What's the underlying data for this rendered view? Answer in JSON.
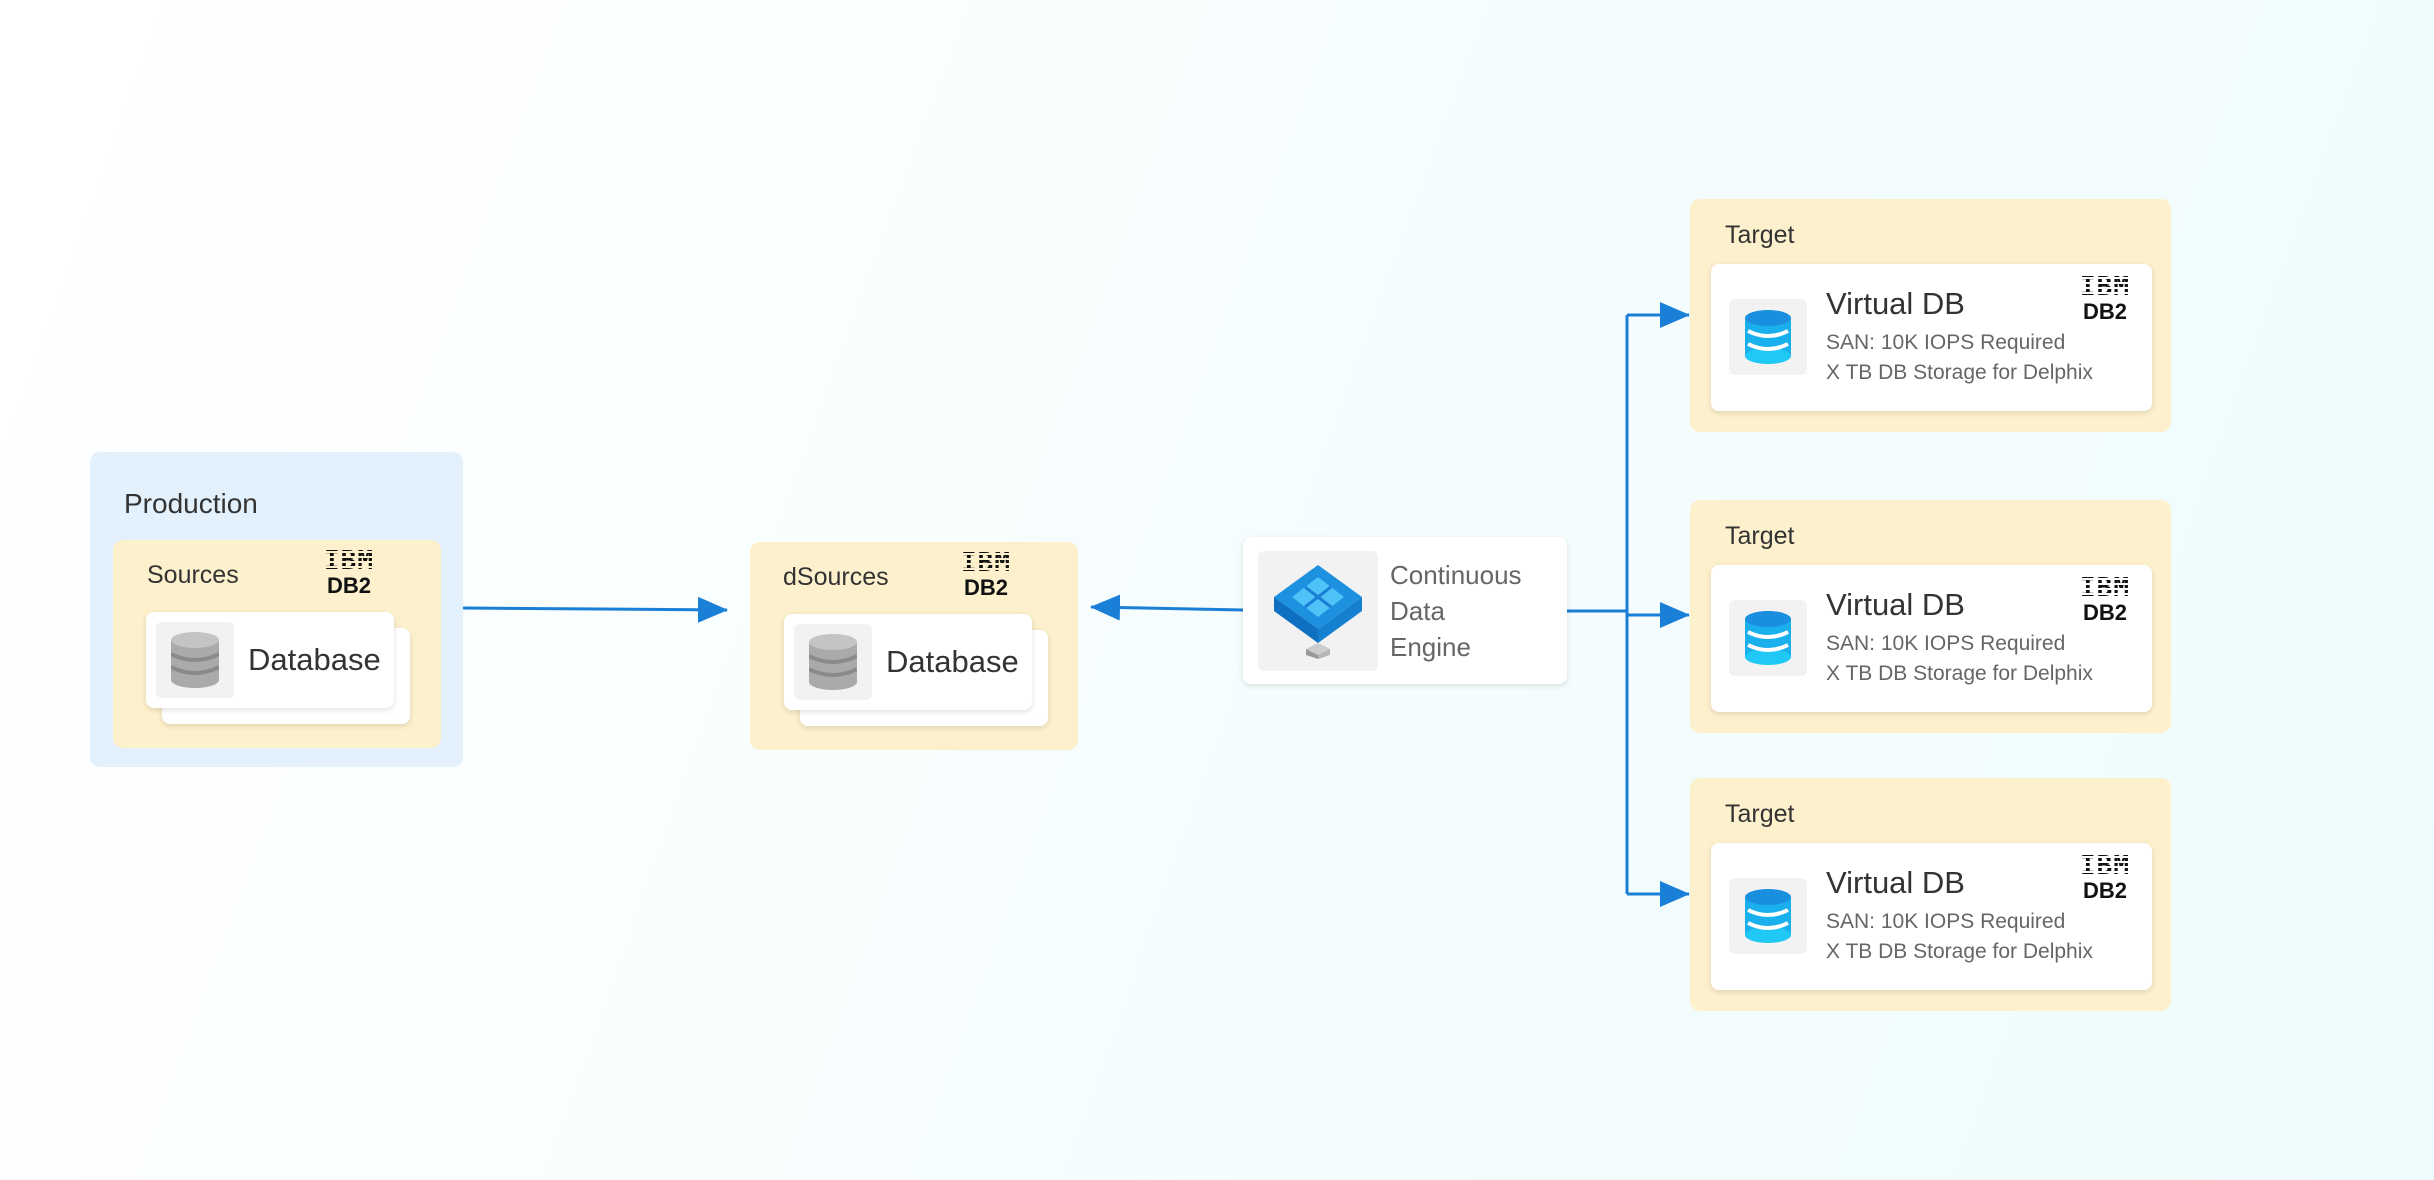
{
  "production": {
    "title": "Production",
    "sources": {
      "label": "Sources",
      "logo": {
        "brand": "IBM",
        "product": "DB2"
      },
      "card": {
        "icon": "database-icon",
        "label": "Database"
      }
    }
  },
  "dsources": {
    "label": "dSources",
    "logo": {
      "brand": "IBM",
      "product": "DB2"
    },
    "card": {
      "icon": "database-icon",
      "label": "Database"
    }
  },
  "engine": {
    "icon": "data-engine-cube-icon",
    "lines": [
      "Continuous",
      "Data",
      "Engine"
    ]
  },
  "targets": [
    {
      "label": "Target",
      "title": "Virtual DB",
      "line1": "SAN: 10K IOPS Required",
      "line2": "X TB DB Storage for Delphix",
      "logo": {
        "brand": "IBM",
        "product": "DB2"
      }
    },
    {
      "label": "Target",
      "title": "Virtual DB",
      "line1": "SAN: 10K IOPS Required",
      "line2": "X TB DB Storage for Delphix",
      "logo": {
        "brand": "IBM",
        "product": "DB2"
      }
    },
    {
      "label": "Target",
      "title": "Virtual DB",
      "line1": "SAN: 10K IOPS Required",
      "line2": "X TB DB Storage for Delphix",
      "logo": {
        "brand": "IBM",
        "product": "DB2"
      }
    }
  ],
  "colors": {
    "arrow": "#1a7fd6",
    "group": "#fdf0cc",
    "production": "#e3f1fc"
  }
}
